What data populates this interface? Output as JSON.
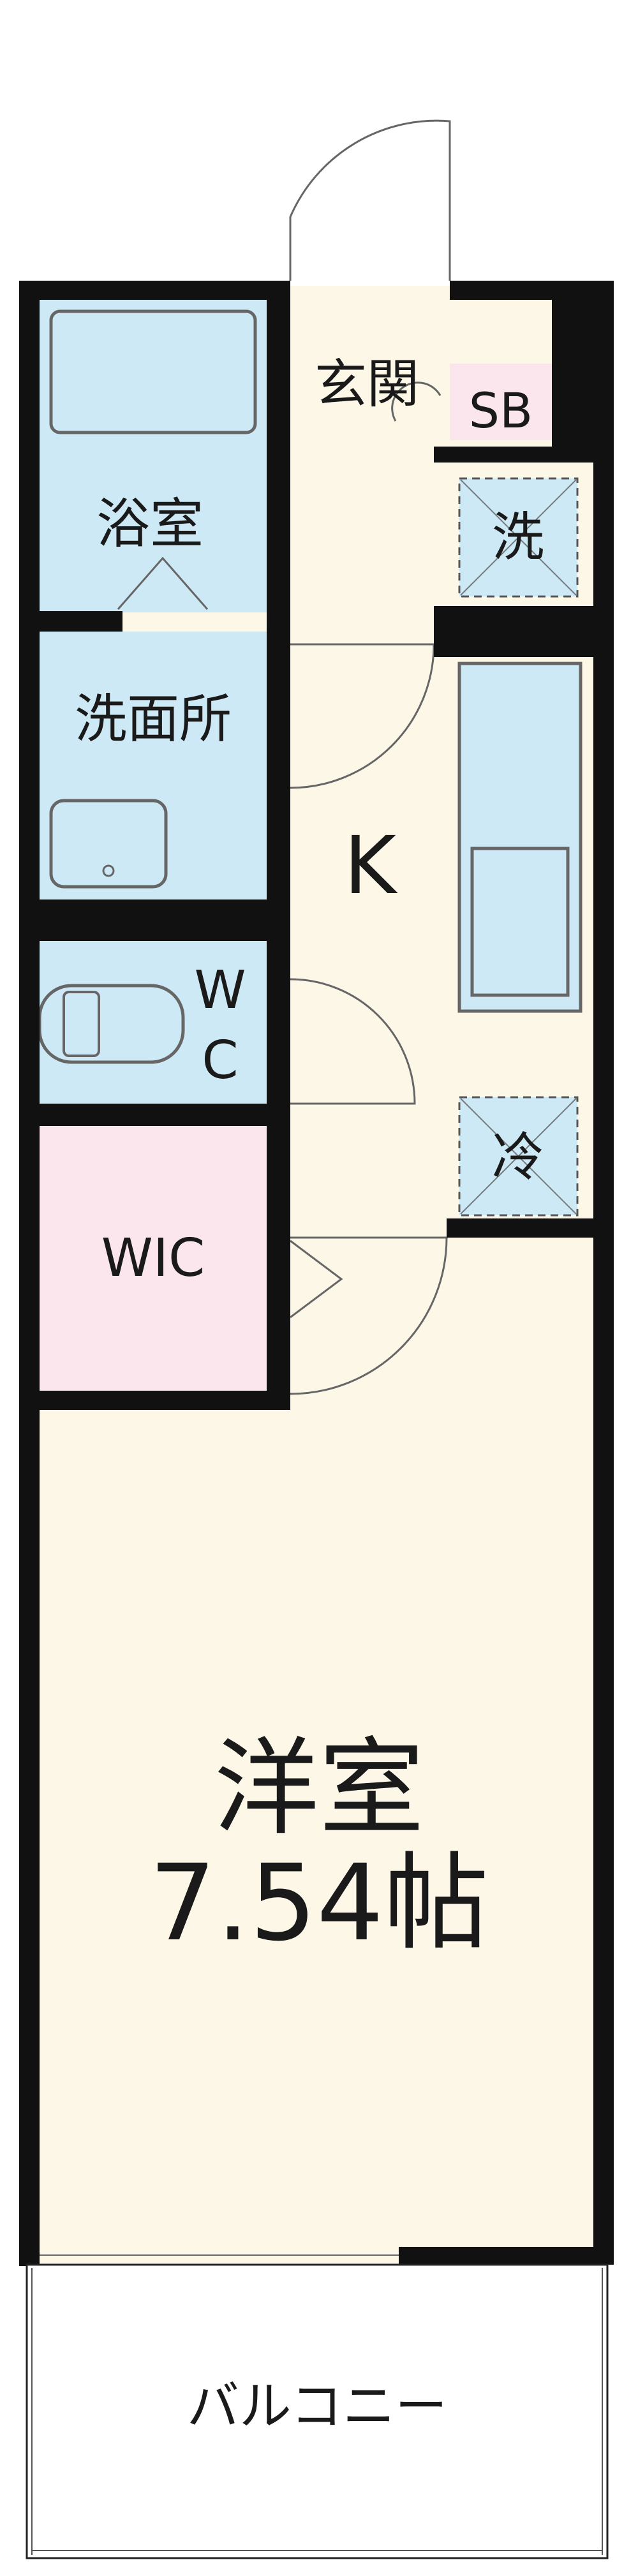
{
  "rooms": {
    "entrance": "玄関",
    "shoe_box": "SB",
    "washer": "洗",
    "bathroom": "浴室",
    "washroom": "洗面所",
    "kitchen": "K",
    "toilet_w": "W",
    "toilet_c": "C",
    "fridge": "冷",
    "closet": "WIC",
    "main_room": "洋室",
    "main_room_size": "7.54帖",
    "balcony": "バルコニー"
  },
  "colors": {
    "wall": "#111111",
    "floor": "#fcf7e6",
    "wet_area": "#cde9f6",
    "storage": "#fbe6ee",
    "fixture_line": "#666666"
  }
}
